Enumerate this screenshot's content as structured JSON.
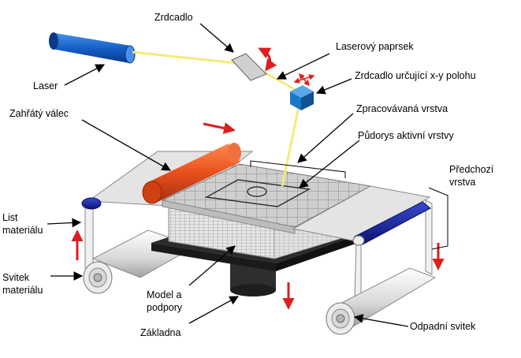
{
  "labels": {
    "mirror": "Zrdcadlo",
    "laser": "Laser",
    "laser_beam": "Laserový paprsek",
    "xy_mirror": "Zrdcadlo určující x-y polohu",
    "heated_roller": "Zahřátý válec",
    "processed_layer": "Zpracovávaná vrstva",
    "active_layer_outline": "Půdorys aktivní vrstvy",
    "previous_layer_line1": "Předchozí",
    "previous_layer_line2": "vrstva",
    "material_sheet_line1": "List",
    "material_sheet_line2": "materiálu",
    "material_roll_line1": "Svitek",
    "material_roll_line2": "materiálu",
    "model_supports_line1": "Model a",
    "model_supports_line2": "podpory",
    "base": "Základna",
    "waste_roll": "Odpadní svitek"
  },
  "colors": {
    "laser_body": "#1560c8",
    "laser_beam": "#f2ec7a",
    "heated_roller": "#e8501c",
    "guide_roller": "#1a2aa0",
    "motion_arrows": "#dd1e1e",
    "platform": "#2b2b2b",
    "scanner_cube": "#1a78c8"
  },
  "icons": {
    "mirror_rotation": "curved-arrow-icon",
    "xy_motion": "xy-cross-arrow-icon",
    "motion": "straight-arrow-icon"
  }
}
